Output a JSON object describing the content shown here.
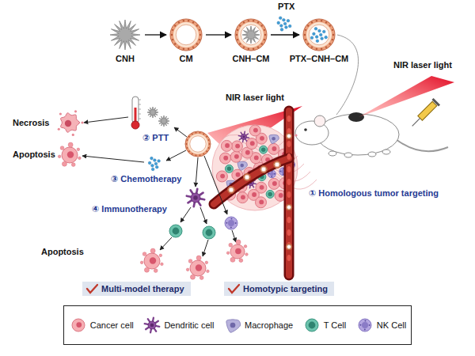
{
  "diagram": {
    "nodes": [
      {
        "text": [
          "CNH"
        ]
      },
      {
        "text": [
          "CM"
        ]
      },
      {
        "text": [
          "CNH–CM"
        ]
      },
      {
        "text": [
          "PTX–CNH–CM"
        ]
      },
      {
        "text": [
          "Multi-model therapy"
        ]
      },
      {
        "text": [
          "Homotypic targeting"
        ]
      }
    ],
    "edges": [
      {
        "from": 0,
        "to": 1,
        "arrow": "to"
      },
      {
        "from": 1,
        "to": 2,
        "arrow": "to"
      },
      {
        "from": 2,
        "to": 3,
        "arrow": "to"
      }
    ],
    "labels": [
      "PTX",
      "NIR laser light",
      "NIR laser light",
      "① Homologous tumor targeting",
      "Necrosis",
      "Apoptosis",
      "② PTT",
      "③ Chemotherapy",
      "④ Immunotherapy",
      "Apoptosis"
    ],
    "legend": [
      {
        "text": "Cancer cell"
      },
      {
        "text": "Dendritic cell"
      },
      {
        "text": "Macrophage"
      },
      {
        "text": "T Cell"
      },
      {
        "text": "NK Cell"
      }
    ]
  }
}
